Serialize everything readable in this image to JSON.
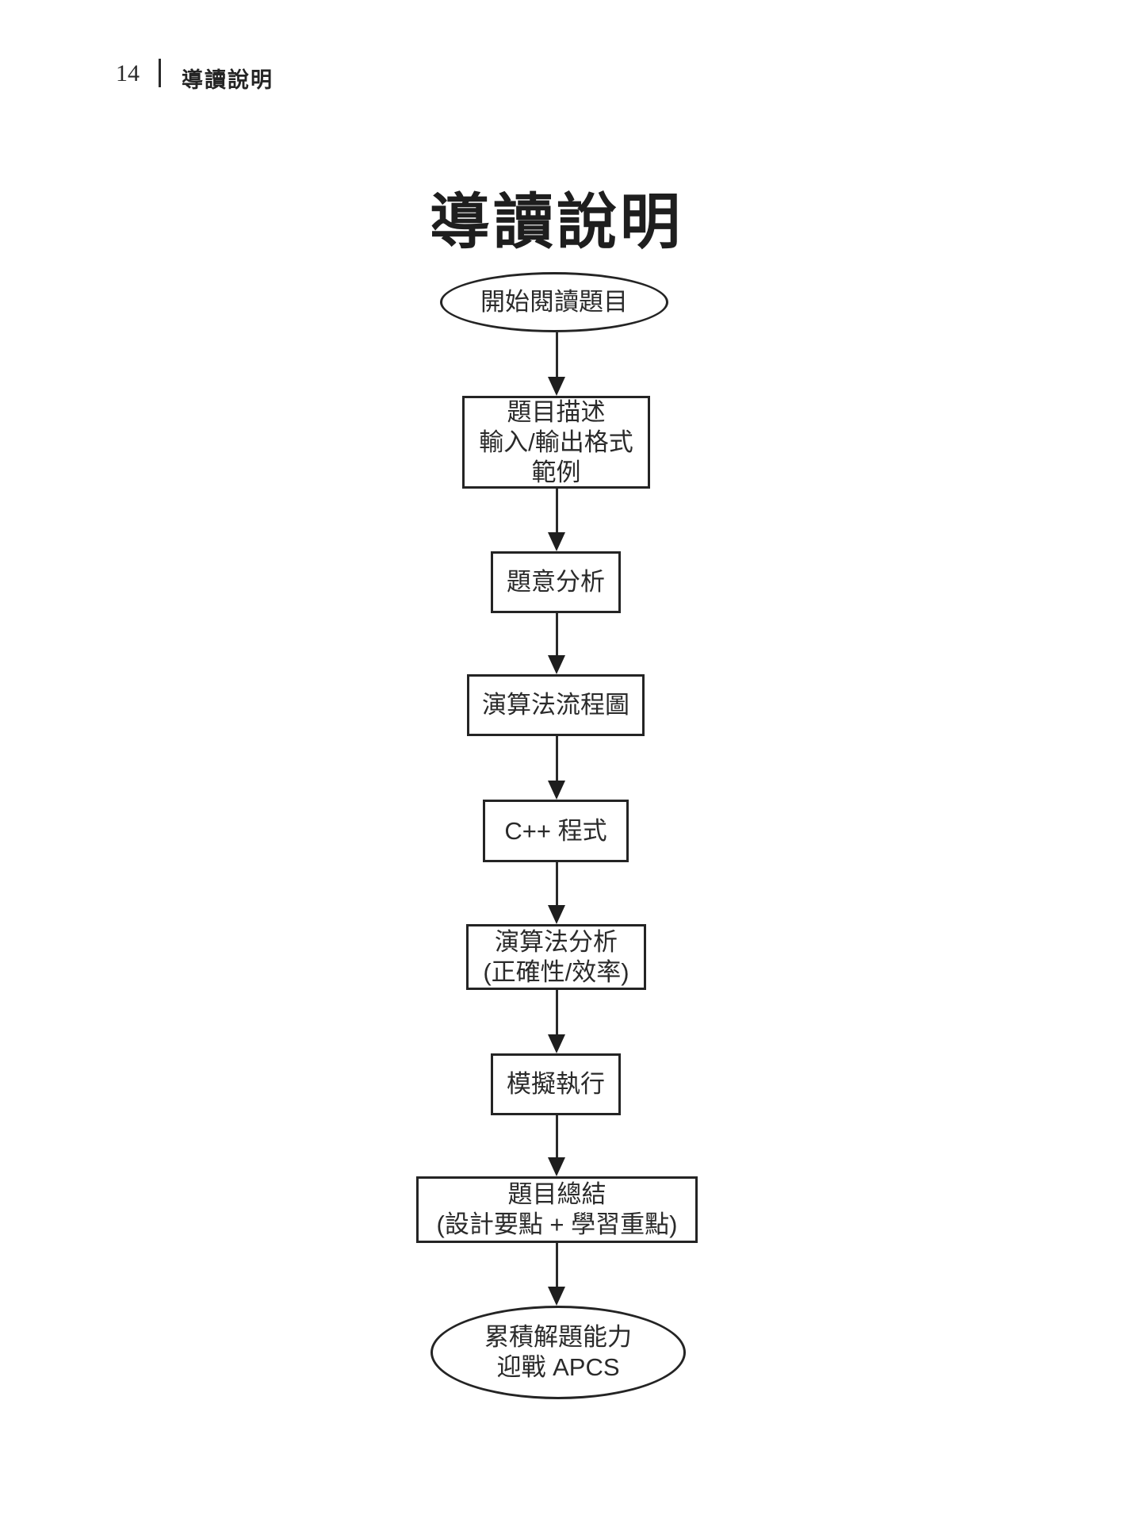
{
  "page_header": {
    "page_number": "14",
    "section_title": "導讀說明"
  },
  "title": "導讀說明",
  "flowchart": {
    "type": "flowchart",
    "direction": "top-down",
    "colors": {
      "stroke": "#242424",
      "text": "#2a2a2a",
      "background": "#ffffff"
    },
    "nodes": [
      {
        "id": "start",
        "shape": "ellipse",
        "lines": [
          "開始閱讀題目"
        ]
      },
      {
        "id": "problem-statement",
        "shape": "rect",
        "lines": [
          "題目描述",
          "輸入/輸出格式",
          "範例"
        ]
      },
      {
        "id": "problem-analysis",
        "shape": "rect",
        "lines": [
          "題意分析"
        ]
      },
      {
        "id": "algorithm-flowchart",
        "shape": "rect",
        "lines": [
          "演算法流程圖"
        ]
      },
      {
        "id": "cpp-program",
        "shape": "rect",
        "lines": [
          "C++ 程式"
        ]
      },
      {
        "id": "algorithm-evaluation",
        "shape": "rect",
        "lines": [
          "演算法分析",
          "(正確性/效率)"
        ]
      },
      {
        "id": "simulated-execution",
        "shape": "rect",
        "lines": [
          "模擬執行"
        ]
      },
      {
        "id": "problem-summary",
        "shape": "rect",
        "lines": [
          "題目總結",
          "(設計要點 + 學習重點)"
        ]
      },
      {
        "id": "end",
        "shape": "ellipse",
        "lines": [
          "累積解題能力",
          "迎戰 APCS"
        ]
      }
    ],
    "edges": [
      [
        "start",
        "problem-statement"
      ],
      [
        "problem-statement",
        "problem-analysis"
      ],
      [
        "problem-analysis",
        "algorithm-flowchart"
      ],
      [
        "algorithm-flowchart",
        "cpp-program"
      ],
      [
        "cpp-program",
        "algorithm-evaluation"
      ],
      [
        "algorithm-evaluation",
        "simulated-execution"
      ],
      [
        "simulated-execution",
        "problem-summary"
      ],
      [
        "problem-summary",
        "end"
      ]
    ]
  }
}
